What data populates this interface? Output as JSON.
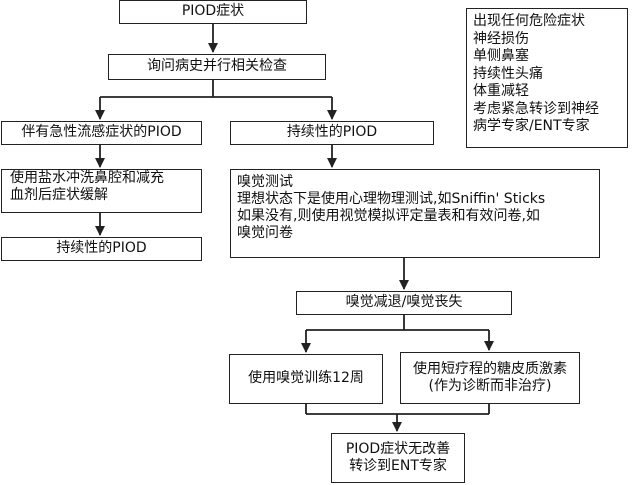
{
  "nodes": {
    "start": "PIOD症状",
    "history": "询问病史并行相关检查",
    "acute": "伴有急性流感症状的PIOD",
    "persistent": "持续性的PIOD",
    "treatment": [
      "使用盐水冲洗鼻腔和减充",
      "血剂后症状缓解"
    ],
    "acute_persistent": "持续性的PIOD",
    "testing": [
      "嗅觉测试",
      "理想状态下是使用心理物理测试,如Sniffin' Sticks",
      "如果没有,则使用视觉模拟评定量表和有效问卷,如",
      "嗅觉问卷"
    ],
    "loss": "嗅觉减退/嗅觉丧失",
    "training": "使用嗅觉训练12周",
    "steroid": [
      "使用短疗程的糖皮质激素",
      "(作为诊断而非治疗)"
    ],
    "outcome": [
      "PIOD症状无改善",
      "转诊到ENT专家"
    ],
    "warning": [
      "出现任何危险症状",
      "神经损伤",
      "单侧鼻塞",
      "持续性头痛",
      "体重减轻",
      "考虑紧急转诊到神经",
      "病学专家/ENT专家"
    ]
  }
}
